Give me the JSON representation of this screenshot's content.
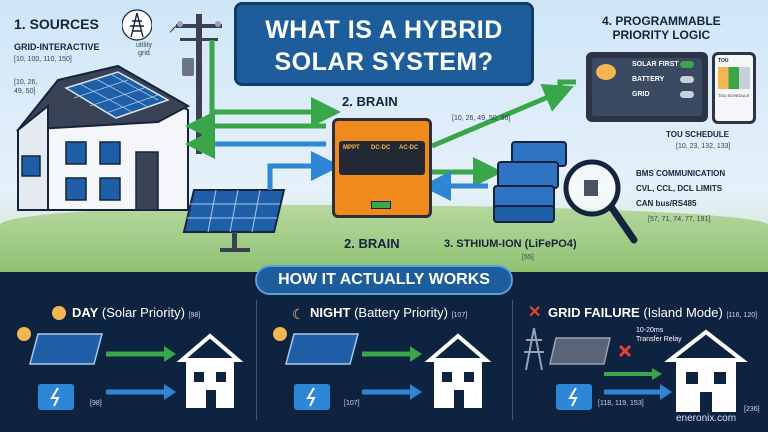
{
  "title": "WHAT IS A HYBRID SOLAR SYSTEM?",
  "sources": {
    "heading": "1. SOURCES",
    "grid_label": "GRID-INTERACTIVE",
    "grid_cite": "[10, 100, 110, 150]",
    "house_cite": "[10, 26,\n49, 50]",
    "utility_label": "utility\ngrid"
  },
  "brain": {
    "heading_top": "2. BRAIN",
    "heading_bottom": "2. BRAIN",
    "cite": "[10, 26, 49, 50, 96]",
    "modules": [
      "MPPT",
      "DC-DC",
      "AC-DC"
    ]
  },
  "battery": {
    "heading": "3. STHIUM-ION (LiFePO4)",
    "cite": "[55]",
    "bms_lines": [
      "BMS COMMUNICATION",
      "CVL, CCL, DCL LIMITS",
      "CAN bus/RS485"
    ],
    "bms_cite": "[57, 71, 74, 77, 191]"
  },
  "logic": {
    "heading": "4. PROGRAMMABLE\nPRIORITY LOGIC",
    "toggles": [
      "SOLAR FIRST",
      "BATTERY",
      "GRID"
    ],
    "phone_title": "TOU",
    "phone_caption": "TOU SCHEDULE",
    "tou_label": "TOU SCHEDULE",
    "tou_cite": "[10, 23, 132, 133]"
  },
  "how": {
    "banner": "HOW IT ACTUALLY WORKS",
    "day": {
      "bold": "DAY",
      "rest": " (Solar Priority)",
      "cite": "[98]",
      "cite2": "[98]"
    },
    "night": {
      "bold": "NIGHT",
      "rest": " (Battery Priority)",
      "cite": "[107]",
      "cite2": "[107]"
    },
    "failure": {
      "bold": "GRID FAILURE",
      "rest": " (Island Mode)",
      "cite": "[116, 120]",
      "relay": "10-20ms\nTransfer Relay",
      "cite2": "[118, 119, 153]"
    }
  },
  "footer": {
    "logo": "eneronix.com",
    "cite": "[236]"
  },
  "colors": {
    "green_arrow": "#3aa64a",
    "blue_arrow": "#2e86d6",
    "inverter": "#f08a1c",
    "navy": "#0e2340"
  }
}
